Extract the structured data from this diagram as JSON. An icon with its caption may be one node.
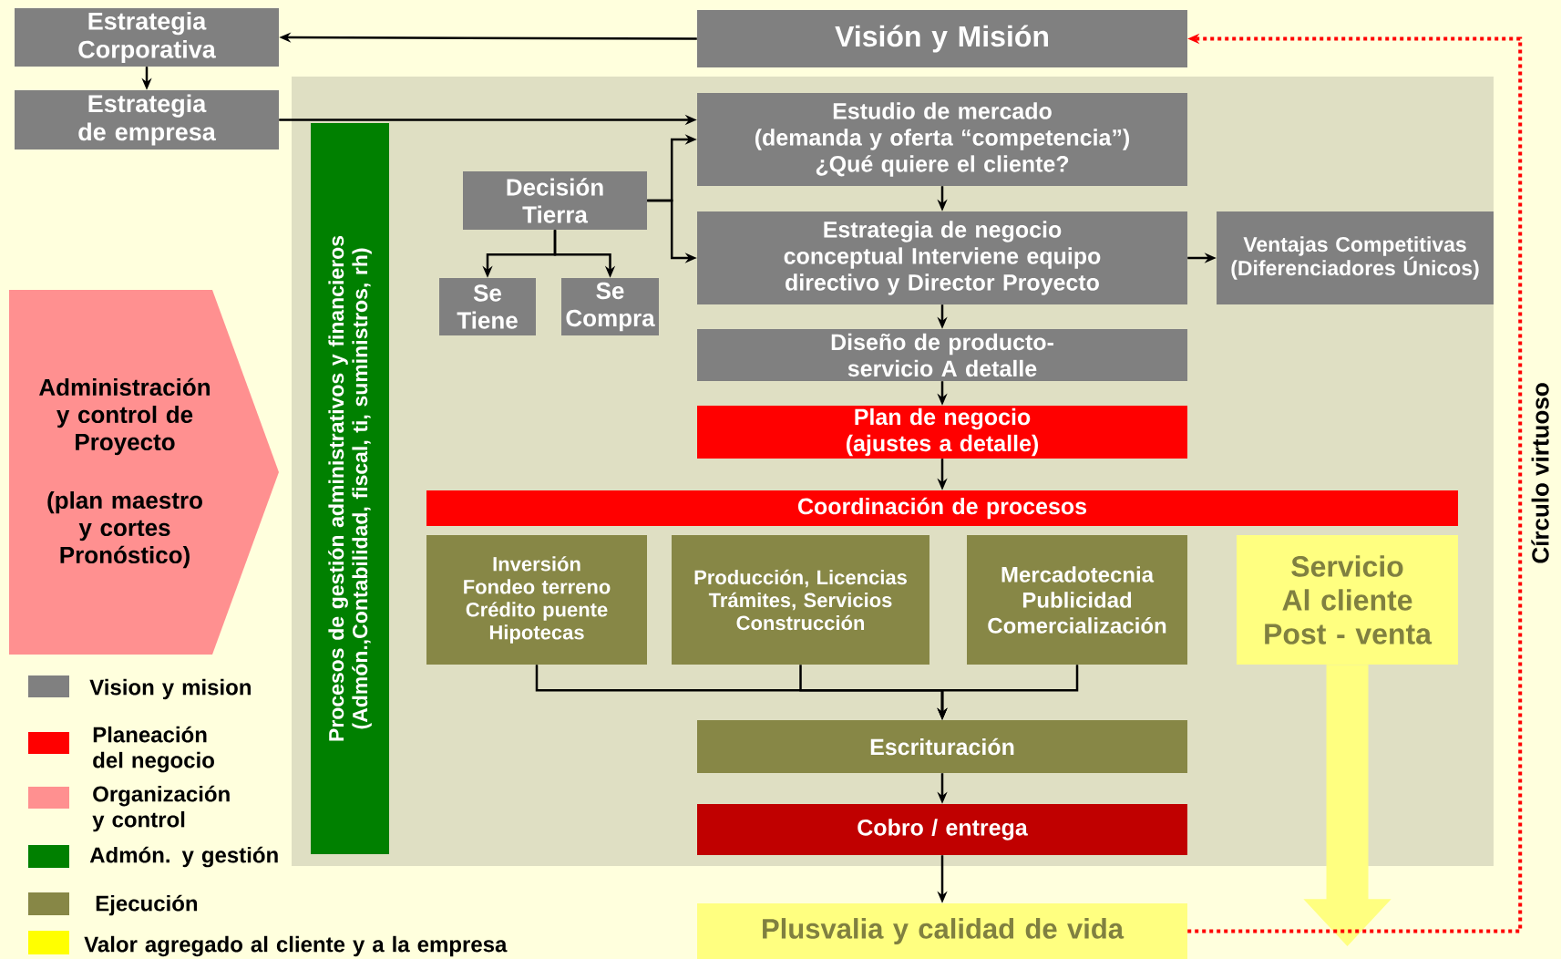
{
  "diagram": {
    "nodes": [
      {
        "text": [
          "Estrategia Corporativa"
        ]
      },
      {
        "text": [
          "Visión y Misión"
        ]
      },
      {
        "text": [
          "Estrategia de empresa"
        ]
      },
      {
        "text": [
          "Administración y control de Proyecto",
          "(plan maestro y cortes Pronóstico)"
        ]
      },
      {
        "text": [
          "Procesos de gestión administrativos y financieros",
          "(Admón.,Contabilidad, fiscal, ti, suministros, rh)"
        ]
      },
      {
        "text": [
          "Estudio de mercado",
          "(demanda y oferta “competencia”) ¿Qué quiere el cliente?"
        ]
      },
      {
        "text": [
          "Decisión Tierra"
        ]
      },
      {
        "text": [
          "Se Tiene"
        ]
      },
      {
        "text": [
          "Se Compra"
        ]
      },
      {
        "text": [
          "Estrategia de negocio conceptual Interviene equipo directivo y Director Proyecto"
        ]
      },
      {
        "text": [
          "Ventajas Competitivas (Diferenciadores Únicos)"
        ]
      },
      {
        "text": [
          "Diseño de producto- servicio A detalle"
        ]
      },
      {
        "text": [
          "Plan de negocio (ajustes a detalle)"
        ]
      },
      {
        "text": [
          "Coordinación de procesos"
        ]
      },
      {
        "text": [
          "Inversión Fondeo terreno Crédito puente Hipotecas"
        ]
      },
      {
        "text": [
          "Producción, Licencias Trámites, Servicios Construcción"
        ]
      },
      {
        "text": [
          "Mercadotecnia Publicidad Comercialización"
        ]
      },
      {
        "text": [
          "Servicio",
          "Al cliente Post - venta"
        ]
      },
      {
        "text": [
          "Escrituración"
        ]
      },
      {
        "text": [
          "Cobro / entrega"
        ]
      },
      {
        "text": [
          "Plusvalia y calidad de vida"
        ]
      }
    ],
    "edges": [
      {
        "from": 1,
        "to": 0,
        "arrow": "to"
      },
      {
        "from": 0,
        "to": 2,
        "arrow": "to"
      },
      {
        "from": 2,
        "to": 5,
        "arrow": "to"
      },
      {
        "from": 6,
        "to": 5,
        "arrow": "to"
      },
      {
        "from": 6,
        "to": 9,
        "arrow": "to"
      },
      {
        "from": 6,
        "to": 7,
        "arrow": "to"
      },
      {
        "from": 6,
        "to": 8,
        "arrow": "to"
      },
      {
        "from": 5,
        "to": 9,
        "arrow": "to"
      },
      {
        "from": 9,
        "to": 10,
        "arrow": "to"
      },
      {
        "from": 9,
        "to": 11,
        "arrow": "to"
      },
      {
        "from": 11,
        "to": 12,
        "arrow": "to"
      },
      {
        "from": 12,
        "to": 13,
        "arrow": "to"
      },
      {
        "from": 14,
        "to": 18,
        "arrow": "to"
      },
      {
        "from": 15,
        "to": 18,
        "arrow": "to"
      },
      {
        "from": 16,
        "to": 18,
        "arrow": "to"
      },
      {
        "from": 18,
        "to": 19,
        "arrow": "to"
      },
      {
        "from": 19,
        "to": 20,
        "arrow": "to"
      },
      {
        "from": 17,
        "to": null,
        "arrow": "to",
        "style": "thick",
        "color": "#ffff80"
      },
      {
        "from": 20,
        "to": 1,
        "arrow": "to",
        "style": "dashed",
        "color": "#ff0000",
        "label": "Círculo virtuoso"
      }
    ],
    "legend": [
      {
        "text": "Vision y mision",
        "color": "#808080"
      },
      {
        "text": "Planeación del negocio",
        "color": "#ff0000"
      },
      {
        "text": "Organización y control",
        "color": "#ff9090"
      },
      {
        "text": "Admón. y gestión",
        "color": "#008000"
      },
      {
        "text": "Ejecución",
        "color": "#878746"
      },
      {
        "text": "Valor agregado al cliente y a la empresa",
        "color": "#ffff00"
      }
    ]
  }
}
